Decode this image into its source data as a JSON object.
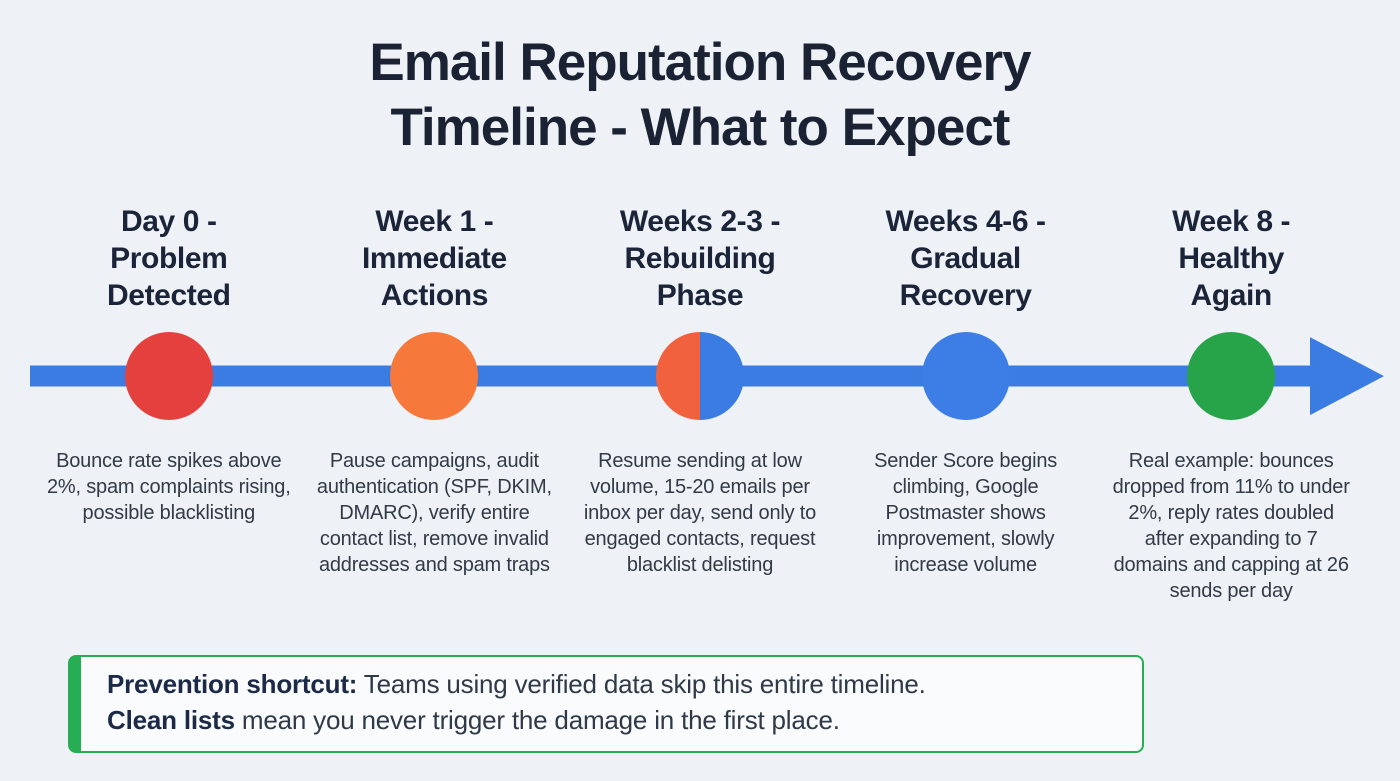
{
  "title": {
    "line1": "Email Reputation Recovery",
    "line2": "Timeline - What to Expect"
  },
  "colors": {
    "background": "#eef1f6",
    "title_text": "#1a2234",
    "heading_text": "#1b2438",
    "description_text": "#323a46",
    "timeline_blue": "#3b7ce2",
    "callout_border_green": "#27ae55",
    "callout_bold_text": "#1c2a47",
    "callout_regular_text": "#2f3947"
  },
  "milestones": [
    {
      "heading_lines": [
        "Day 0 -",
        "Problem",
        "Detected"
      ],
      "description": "Bounce rate spikes above 2%, spam complaints rising, possible blacklisting",
      "circle": {
        "left": "#e4403d",
        "right": "#e4403d"
      }
    },
    {
      "heading_lines": [
        "Week 1 -",
        "Immediate",
        "Actions"
      ],
      "description": "Pause campaigns, audit authentication (SPF, DKIM, DMARC), verify entire contact list, remove invalid addresses and spam traps",
      "circle": {
        "left": "#f6793b",
        "right": "#f6793b"
      }
    },
    {
      "heading_lines": [
        "Weeks 2-3 -",
        "Rebuilding",
        "Phase"
      ],
      "description": "Resume sending at low volume, 15-20 emails per inbox per day, send only to engaged contacts, request blacklist delisting",
      "circle": {
        "left": "#f2613e",
        "right": "#3b7ce2"
      }
    },
    {
      "heading_lines": [
        "Weeks 4-6 -",
        "Gradual",
        "Recovery"
      ],
      "description": "Sender Score begins climbing, Google Postmaster shows improvement, slowly increase volume",
      "circle": {
        "left": "#3c7de6",
        "right": "#3c7de6"
      }
    },
    {
      "heading_lines": [
        "Week 8 -",
        "Healthy",
        "Again"
      ],
      "description": "Real example: bounces dropped from 11% to under 2%, reply rates doubled after expanding to 7 domains and capping at 26 sends per day",
      "circle": {
        "left": "#27a449",
        "right": "#27a449"
      }
    }
  ],
  "callout": {
    "line1_bold": "Prevention shortcut:",
    "line1_rest": " Teams using verified data skip this entire timeline.",
    "line2_bold": "Clean lists",
    "line2_rest": " mean you never trigger the damage in the first place."
  }
}
